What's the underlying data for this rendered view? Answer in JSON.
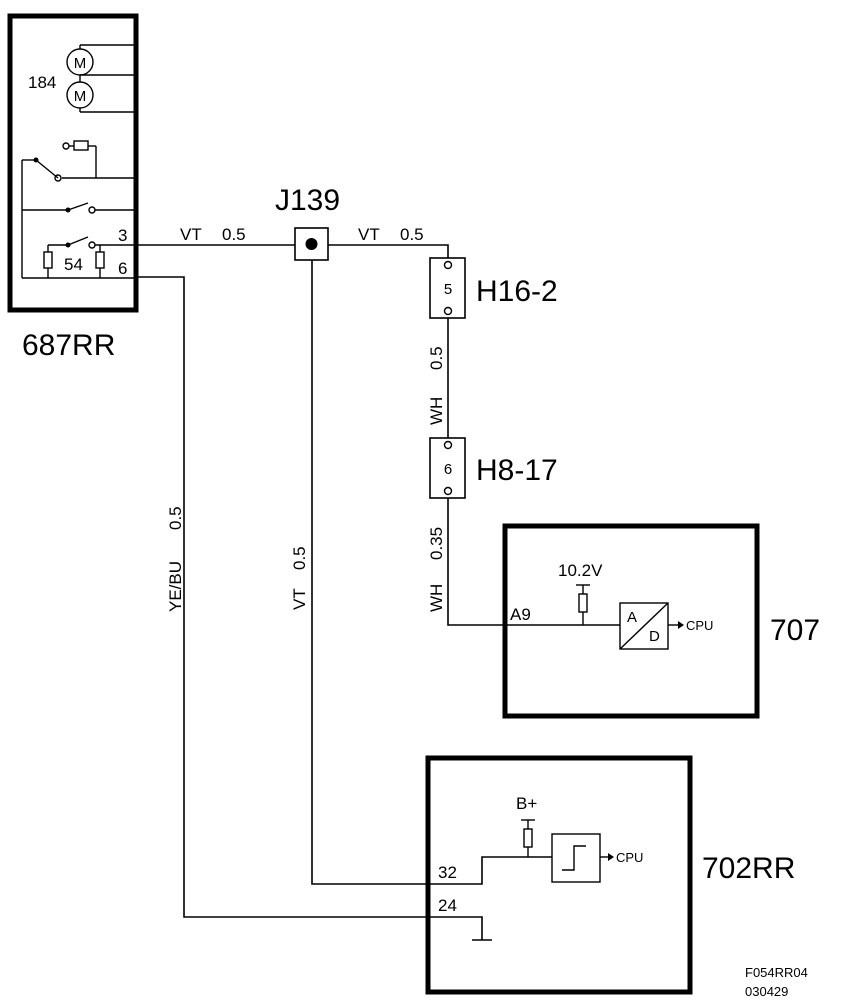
{
  "components": {
    "pos_switch": {
      "id": "687RR",
      "motor_label": "184",
      "switch_label": "54",
      "pin_a": "3",
      "pin_b": "6"
    },
    "junction": {
      "id": "J139"
    },
    "connector_1": {
      "id": "H16-2",
      "pin": "5"
    },
    "connector_2": {
      "id": "H8-17",
      "pin": "6"
    },
    "module_1": {
      "id": "707",
      "pin": "A9",
      "supply": "10.2V",
      "adc_a": "A",
      "adc_d": "D",
      "output": "CPU"
    },
    "module_2": {
      "id": "702RR",
      "pin_signal": "32",
      "pin_ground": "24",
      "supply": "B+",
      "output": "CPU"
    }
  },
  "wires": {
    "w1": {
      "color": "VT",
      "size": "0.5"
    },
    "w2": {
      "color": "VT",
      "size": "0.5"
    },
    "w3": {
      "color": "WH",
      "size": "0.5"
    },
    "w4": {
      "color": "WH",
      "size": "0.35"
    },
    "w5": {
      "color": "VT",
      "size": "0.5"
    },
    "w6": {
      "color": "YE/BU",
      "size": "0.5"
    }
  },
  "footer": {
    "figure_id": "F054RR04",
    "code": "030429"
  }
}
